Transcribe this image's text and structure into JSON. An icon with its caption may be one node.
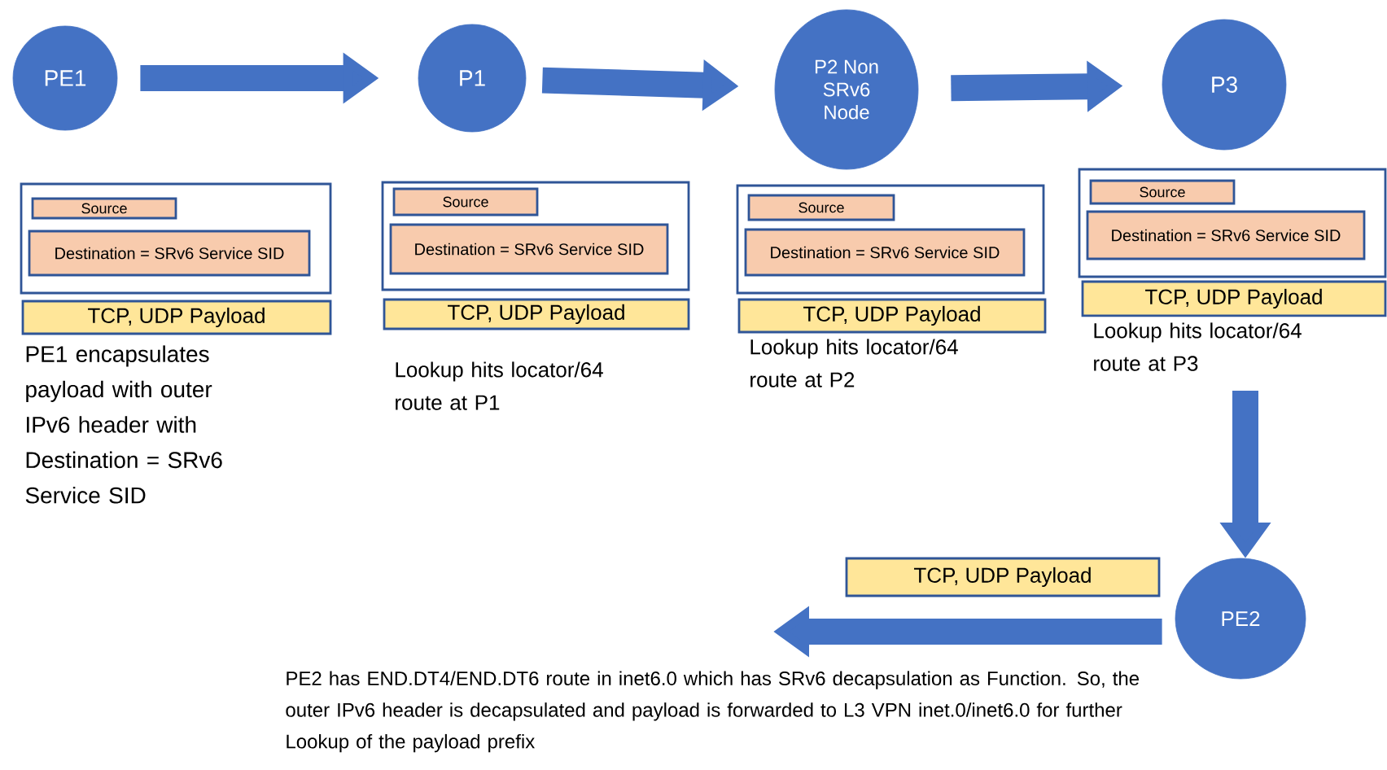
{
  "diagram": {
    "nodes": [
      {
        "text": [
          "PE1"
        ]
      },
      {
        "text": [
          "P1"
        ]
      },
      {
        "text": [
          "P2 Non SRv6 Node"
        ]
      },
      {
        "text": [
          "P3"
        ]
      },
      {
        "text": [],
        "shape": "box"
      },
      {
        "text": [
          "Source"
        ],
        "in": 4
      },
      {
        "text": [
          "Destination = SRv6 Service SID"
        ],
        "in": 4
      },
      {
        "text": [
          "TCP, UDP Payload"
        ]
      },
      {
        "text": [],
        "shape": "box"
      },
      {
        "text": [
          "Source"
        ],
        "in": 8
      },
      {
        "text": [
          "Destination = SRv6 Service SID"
        ],
        "in": 8
      },
      {
        "text": [
          "TCP, UDP Payload"
        ]
      },
      {
        "text": [],
        "shape": "box"
      },
      {
        "text": [
          "Source"
        ],
        "in": 12
      },
      {
        "text": [
          "Destination = SRv6 Service SID"
        ],
        "in": 12
      },
      {
        "text": [
          "TCP, UDP Payload"
        ]
      },
      {
        "text": [],
        "shape": "box"
      },
      {
        "text": [
          "Source"
        ],
        "in": 16
      },
      {
        "text": [
          "Destination = SRv6 Service SID"
        ],
        "in": 16
      },
      {
        "text": [
          "TCP, UDP Payload"
        ]
      },
      {
        "text": [
          "TCP, UDP Payload"
        ]
      },
      {
        "text": [
          "PE2"
        ]
      }
    ],
    "edges": [
      {
        "from": 0,
        "to": 1,
        "arrow": "to"
      },
      {
        "from": 1,
        "to": 2,
        "arrow": "to"
      },
      {
        "from": 2,
        "to": 3,
        "arrow": "to"
      },
      {
        "from": null,
        "to": 21,
        "arrow": "to"
      },
      {
        "from": 21,
        "to": null,
        "arrow": "to"
      }
    ],
    "labels": [
      "PE1 encapsulates payload with outer IPv6 header with Destination = SRv6 Service SID",
      "Lookup hits locator/64 route at P1",
      "Lookup hits locator/64 route at P2",
      "Lookup hits locator/64 route at P3",
      "PE2 has END.DT4/END.DT6 route in inet6.0 which has SRv6 decapsulation as Function. So, the outer IPv6 header is decapsulated and payload is forwarded to L3 VPN inet.0/inet6.0 for further Lookup of the payload prefix"
    ]
  }
}
